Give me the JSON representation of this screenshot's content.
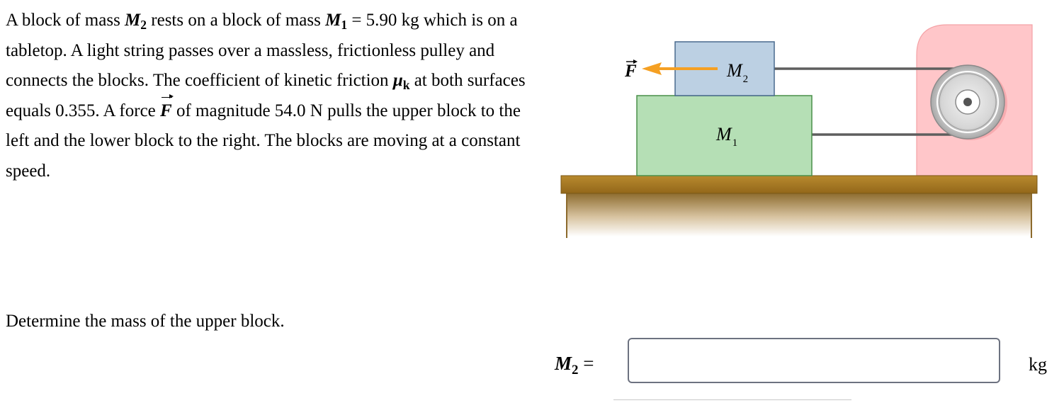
{
  "problem": {
    "intro": "A block of mass ",
    "m2_symbol": "M",
    "m2_sub": "2",
    "rest_on": " rests on a block of mass ",
    "m1_symbol": "M",
    "m1_sub": "1",
    "m1_value": " = 5.90 kg",
    "part2": " which is on a tabletop. A light string passes over a massless, frictionless pulley and connects the blocks. The coefficient of kinetic friction ",
    "mu_symbol": "μ",
    "mu_sub": "k",
    "part3": " at both surfaces equals 0.355. A force ",
    "force_symbol": "F",
    "part4": " of magnitude 54.0 N pulls the upper block to the left and the lower block to the right. The blocks are moving at a constant speed."
  },
  "diagram": {
    "force_label": "F",
    "upper_block_label": "M",
    "upper_block_sub": "2",
    "lower_block_label": "M",
    "lower_block_sub": "1",
    "colors": {
      "upper_block": "#bcd0e3",
      "lower_block": "#b5dfb5",
      "pulley_mount": "#ffc6c9",
      "table_top": "#a87a1e",
      "arrow": "#f5a023"
    }
  },
  "question": "Determine the mass of the upper block.",
  "answer": {
    "label_symbol": "M",
    "label_sub": "2",
    "equals": " =",
    "value": "",
    "placeholder": "",
    "unit": "kg"
  }
}
